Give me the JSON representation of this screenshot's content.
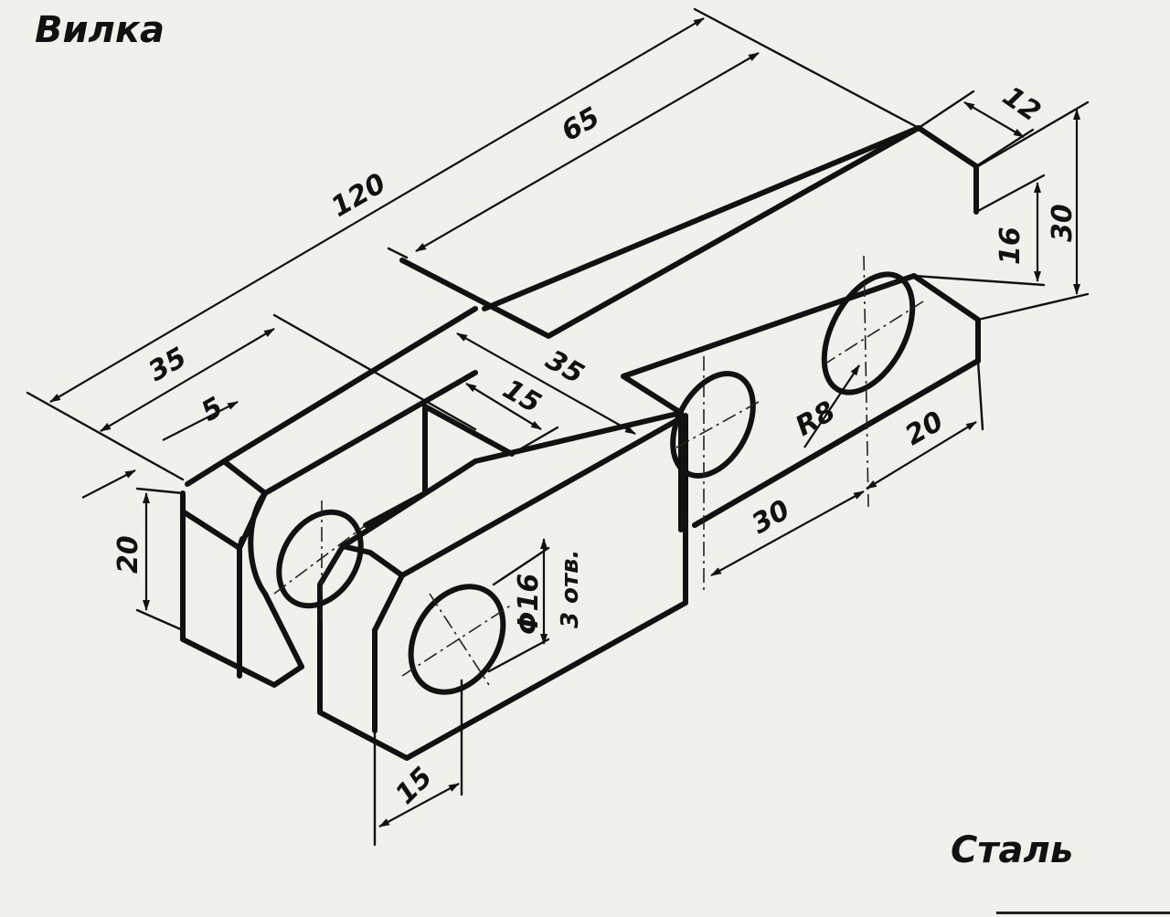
{
  "title": "Вилка",
  "material": "Сталь",
  "dimensions": {
    "overall_length": "120",
    "slot_length": "65",
    "prong_length_left": "35",
    "chamfer": "5",
    "slot_depth": "35",
    "slot_width": "15",
    "thickness": "12",
    "height_total": "30",
    "height_slot": "16",
    "height_front": "20",
    "radius": "R8",
    "end_offset": "20",
    "hole_position": "30",
    "prong_thickness": "15",
    "hole_diameter": "Φ16",
    "hole_count": "3 отв."
  },
  "colors": {
    "ink": "#111111",
    "paper": "#f1f1ec"
  }
}
